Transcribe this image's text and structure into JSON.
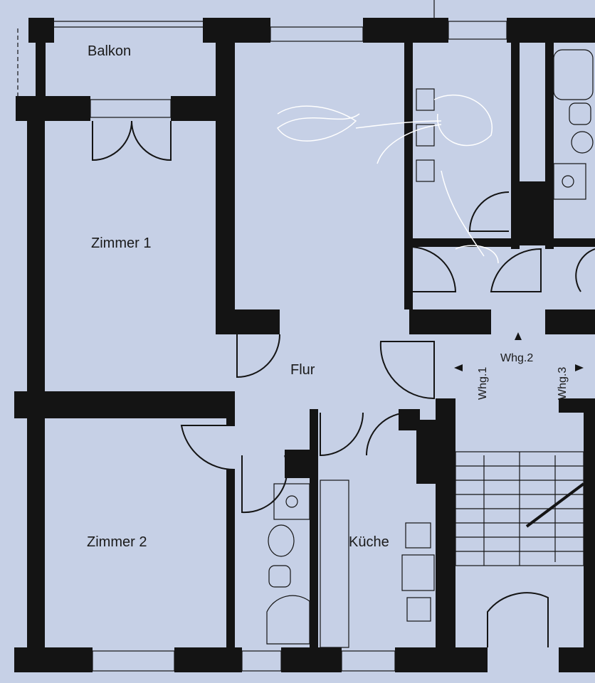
{
  "rooms": {
    "balkon": "Balkon",
    "zimmer1": "Zimmer 1",
    "zimmer2": "Zimmer 2",
    "flur": "Flur",
    "kueche": "Küche"
  },
  "stairwell": {
    "whg1": "Whg.1",
    "whg2": "Whg.2",
    "whg3": "Whg.3"
  },
  "colors": {
    "paper": "#c6d0e6",
    "wall": "#141414"
  }
}
